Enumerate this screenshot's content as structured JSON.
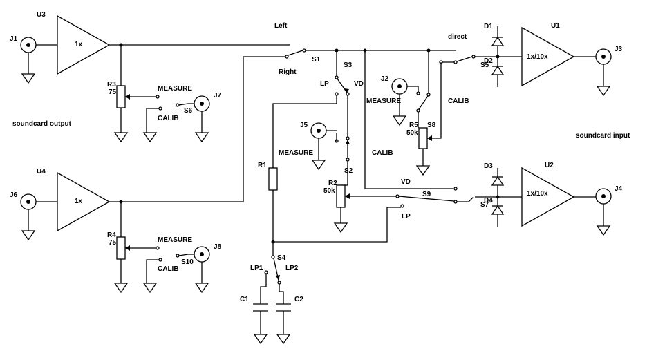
{
  "labels": {
    "U3": "U3",
    "U4": "U4",
    "U1": "U1",
    "U2": "U2",
    "J1": "J1",
    "J2": "J2",
    "J3": "J3",
    "J4": "J4",
    "J5": "J5",
    "J6": "J6",
    "J7": "J7",
    "J8": "J8",
    "R1": "R1",
    "R2": "R2",
    "R3": "R3",
    "R4": "R4",
    "R5": "R5",
    "R2v": "50k",
    "R3v": "75",
    "R4v": "75",
    "R5v": "50k",
    "S1": "S1",
    "S2": "S2",
    "S3": "S3",
    "S4": "S4",
    "S5": "S5",
    "S6": "S6",
    "S7": "S7",
    "S8": "S8",
    "S9": "S9",
    "S10": "S10",
    "C1": "C1",
    "C2": "C2",
    "D1": "D1",
    "D2": "D2",
    "D3": "D3",
    "D4": "D4",
    "gain_u3": "1x",
    "gain_u4": "1x",
    "gain_u1": "1x/10x",
    "gain_u2": "1x/10x",
    "left": "Left",
    "right": "Right",
    "direct": "direct",
    "lp_s3": "LP",
    "vd_s3": "VD",
    "lp_s9": "LP",
    "vd_s9": "VD",
    "lp1": "LP1",
    "lp2": "LP2",
    "measure_s6": "MEASURE",
    "calib_s6": "CALIB",
    "measure_s10": "MEASURE",
    "calib_s10": "CALIB",
    "measure_j2": "MEASURE",
    "calib_s8": "CALIB",
    "measure_j5": "MEASURE",
    "calib_mid": "CALIB",
    "soundcard_output": "soundcard output",
    "soundcard_input": "soundcard input"
  }
}
